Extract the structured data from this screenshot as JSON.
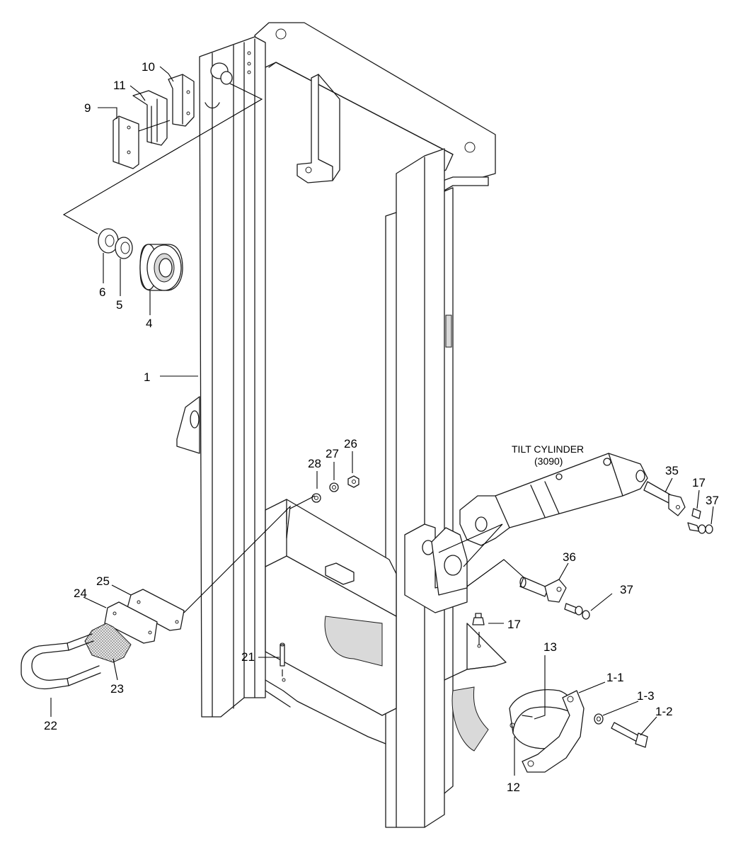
{
  "callouts": [
    "1",
    "4",
    "5",
    "6",
    "9",
    "10",
    "11",
    "12",
    "13",
    "17",
    "17",
    "21",
    "22",
    "23",
    "24",
    "25",
    "26",
    "27",
    "28",
    "35",
    "36",
    "37",
    "37",
    "1-1",
    "1-2",
    "1-3"
  ],
  "note": {
    "line1": "TILT CYLINDER",
    "line2": "(3090)"
  }
}
